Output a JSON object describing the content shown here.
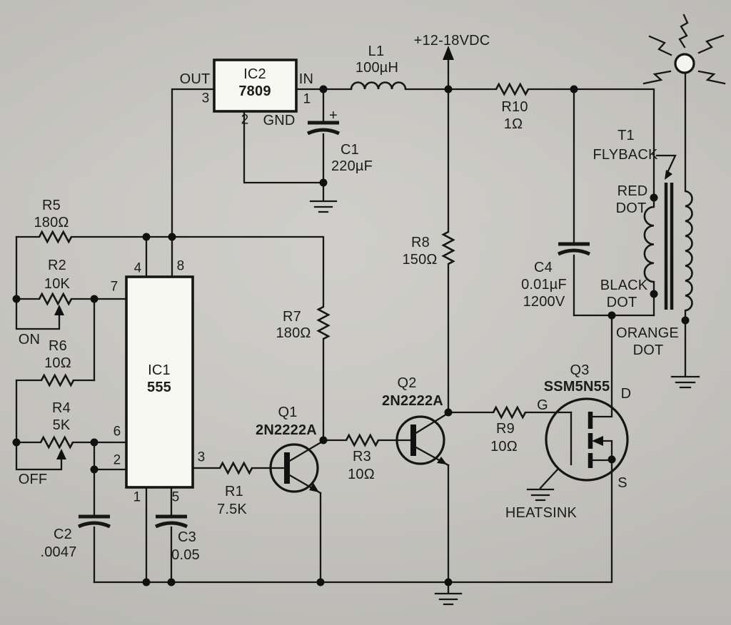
{
  "schematic": {
    "description": "555 timer flyback high-voltage driver circuit",
    "power_supply": "+12-18VDC",
    "on_label": "ON",
    "off_label": "OFF",
    "heatsink_label": "HEATSINK",
    "line_color": "#161616",
    "paper_color": "#c9c8c3"
  },
  "ic1": {
    "ref": "IC1",
    "part": "555",
    "pins": {
      "p1": "1",
      "p2": "2",
      "p3": "3",
      "p4": "4",
      "p5": "5",
      "p6": "6",
      "p7": "7",
      "p8": "8"
    }
  },
  "ic2": {
    "ref": "IC2",
    "part": "7809",
    "pin_out": "OUT",
    "pin_in": "IN",
    "pin_gnd": "GND",
    "pin_out_num": "3",
    "pin_in_num": "1",
    "pin_gnd_num": "2"
  },
  "resistors": {
    "r1": {
      "ref": "R1",
      "value": "7.5K"
    },
    "r2": {
      "ref": "R2",
      "value": "10K"
    },
    "r3": {
      "ref": "R3",
      "value": "10Ω"
    },
    "r4": {
      "ref": "R4",
      "value": "5K"
    },
    "r5": {
      "ref": "R5",
      "value": "180Ω"
    },
    "r6": {
      "ref": "R6",
      "value": "10Ω"
    },
    "r7": {
      "ref": "R7",
      "value": "180Ω"
    },
    "r8": {
      "ref": "R8",
      "value": "150Ω"
    },
    "r9": {
      "ref": "R9",
      "value": "10Ω"
    },
    "r10": {
      "ref": "R10",
      "value": "1Ω"
    }
  },
  "capacitors": {
    "c1": {
      "ref": "C1",
      "value": "220µF",
      "polarity": "+"
    },
    "c2": {
      "ref": "C2",
      "value": ".0047"
    },
    "c3": {
      "ref": "C3",
      "value": "0.05"
    },
    "c4": {
      "ref": "C4",
      "value": "0.01µF",
      "voltage": "1200V"
    }
  },
  "inductor_l1": {
    "ref": "L1",
    "value": "100µH"
  },
  "transistors": {
    "q1": {
      "ref": "Q1",
      "part": "2N2222A"
    },
    "q2": {
      "ref": "Q2",
      "part": "2N2222A"
    },
    "q3": {
      "ref": "Q3",
      "part": "SSM5N55",
      "pin_g": "G",
      "pin_d": "D",
      "pin_s": "S"
    }
  },
  "transformer": {
    "ref": "T1",
    "type": "FLYBACK",
    "red_dot_l1": "RED",
    "red_dot_l2": "DOT",
    "black_dot_l1": "BLACK",
    "black_dot_l2": "DOT",
    "orange_dot_l1": "ORANGE",
    "orange_dot_l2": "DOT"
  }
}
